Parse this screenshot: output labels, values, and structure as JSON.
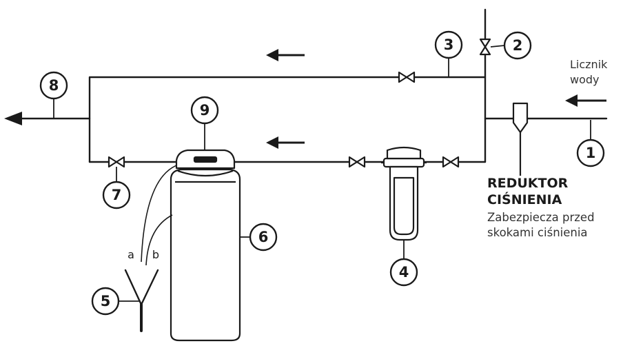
{
  "callouts": [
    "1",
    "2",
    "3",
    "4",
    "5",
    "6",
    "7",
    "8",
    "9"
  ],
  "meter_label": {
    "line1": "Licznik",
    "line2": "wody"
  },
  "reducer": {
    "title_line1": "REDUKTOR",
    "title_line2": "CIŚNIENIA",
    "desc_line1": "Zabezpiecza przed",
    "desc_line2": "skokami ciśnienia"
  },
  "drain_labels": {
    "a": "a",
    "b": "b"
  }
}
